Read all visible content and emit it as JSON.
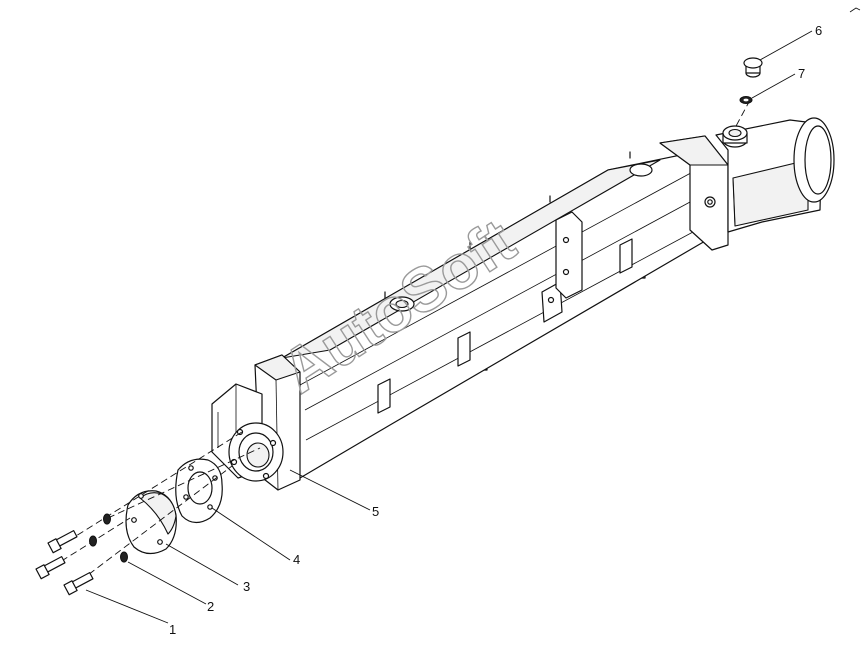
{
  "watermark": "AutoSoft",
  "callouts": [
    {
      "id": "1",
      "label": "1"
    },
    {
      "id": "2",
      "label": "2"
    },
    {
      "id": "3",
      "label": "3"
    },
    {
      "id": "4",
      "label": "4"
    },
    {
      "id": "5",
      "label": "5"
    },
    {
      "id": "6",
      "label": "6"
    },
    {
      "id": "7",
      "label": "7"
    }
  ]
}
